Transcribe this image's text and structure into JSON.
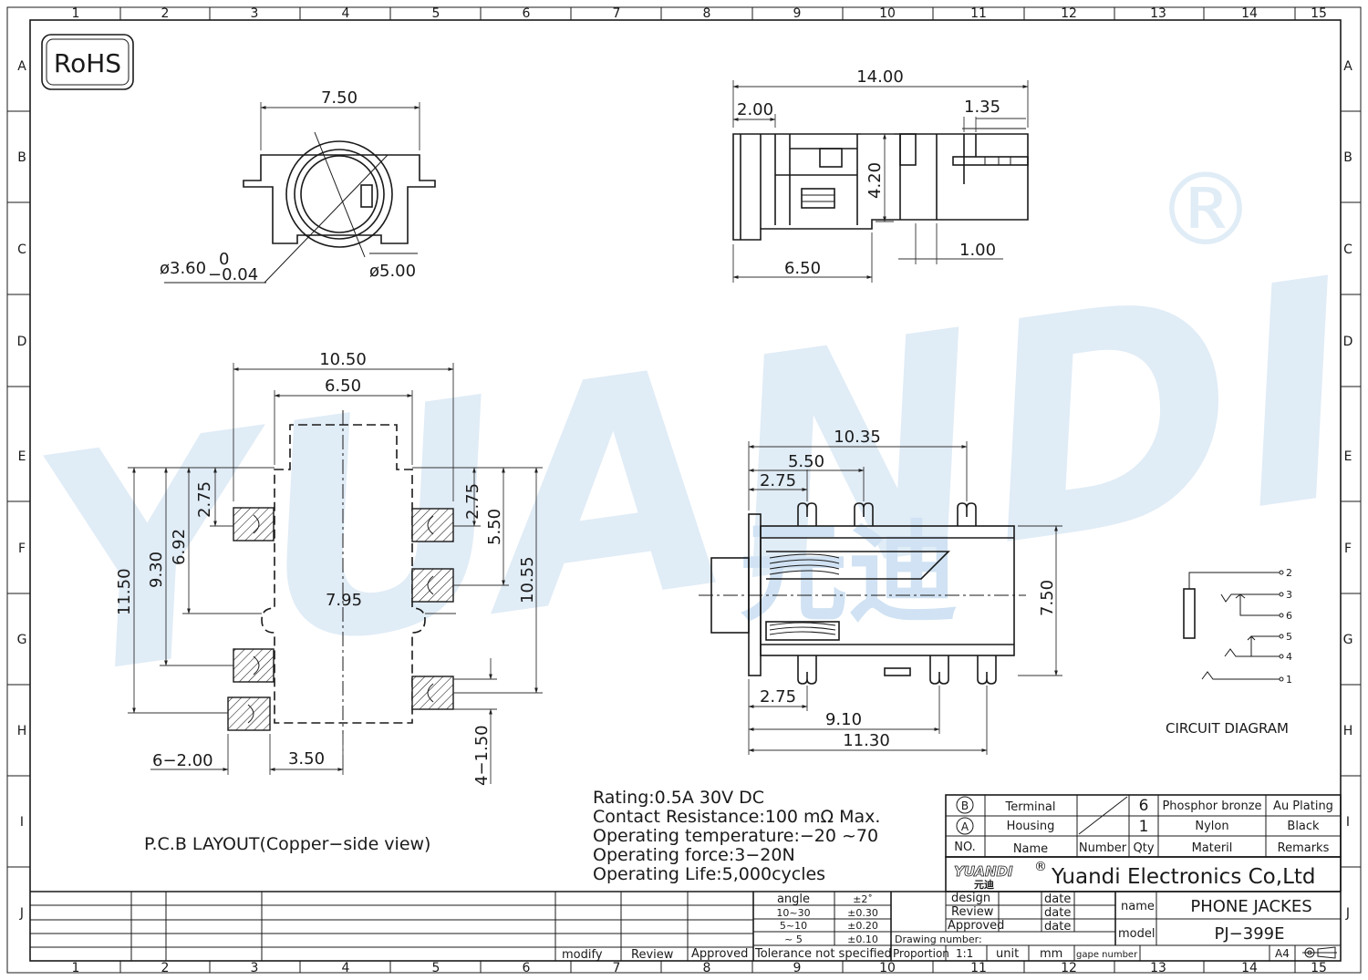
{
  "border": {
    "columns": [
      "1",
      "2",
      "3",
      "4",
      "5",
      "6",
      "7",
      "8",
      "9",
      "10",
      "11",
      "12",
      "13",
      "14",
      "15"
    ],
    "rows": [
      "A",
      "B",
      "C",
      "D",
      "E",
      "F",
      "G",
      "H",
      "I",
      "J"
    ]
  },
  "rohs": "RoHS",
  "watermark": {
    "text": "YUANDI",
    "symbol": "®",
    "chinese": "元迪"
  },
  "front_view": {
    "width": "7.50",
    "hole": "ø3.60",
    "tol_upper": "0",
    "tol_lower": "−0.04",
    "outer": "ø5.00"
  },
  "side_view": {
    "length": "14.00",
    "front": "2.00",
    "slot": "1.35",
    "height": "4.20",
    "pin_width": "1.00",
    "pin_pos": "6.50"
  },
  "pcb_layout": {
    "top_width": "10.50",
    "body_width": "6.50",
    "left_offset": "2.75",
    "right_offset": "2.75",
    "h_930": "9.30",
    "h_692": "6.92",
    "h_1150": "11.50",
    "h_550": "5.50",
    "h_1055": "10.55",
    "pad_span": "7.95",
    "pad_size": "6−2.00",
    "center_offset": "3.50",
    "pad_small": "4−1.50",
    "caption": "P.C.B LAYOUT(Copper−side view)"
  },
  "top_view": {
    "overall": "10.35",
    "mid": "5.50",
    "near": "2.75",
    "height": "7.50",
    "bottom_near": "2.75",
    "bottom_mid": "9.10",
    "bottom_far": "11.30"
  },
  "circuit": {
    "pins": [
      "2",
      "3",
      "6",
      "5",
      "4",
      "1"
    ],
    "caption": "CIRCUIT  DIAGRAM"
  },
  "specs": [
    "Rating:0.5A  30V  DC",
    "Contact  Resistance:100  mΩ  Max.",
    "Operating  temperature:−20   ~70",
    "Operating  force:3−20N",
    "Operating  Life:5,000cycles"
  ],
  "bom": {
    "rows": [
      {
        "no": "B",
        "name": "Terminal",
        "qty": "6",
        "material": "Phosphor bronze",
        "remarks": "Au Plating"
      },
      {
        "no": "A",
        "name": "Housing",
        "qty": "1",
        "material": "Nylon",
        "remarks": "Black"
      }
    ],
    "headers": {
      "no": "NO.",
      "name": "Name",
      "number": "Number",
      "qty": "Qty",
      "material": "Materil",
      "remarks": "Remarks"
    }
  },
  "company": {
    "logo": "YUANDI",
    "logo_cn": "元迪",
    "reg": "®",
    "name": "Yuandi Electronics Co,Ltd"
  },
  "tolerance": {
    "rows": [
      {
        "range": "angle",
        "value": "±2˚"
      },
      {
        "range": "10~30",
        "value": "±0.30"
      },
      {
        "range": "5~10",
        "value": "±0.20"
      },
      {
        "range": "~ 5",
        "value": "±0.10"
      }
    ],
    "footer": "Tolerance  not  specified"
  },
  "revision": {
    "modify": "modify",
    "review": "Review",
    "approved": "Approved"
  },
  "signoff": {
    "design": "design",
    "review": "Review",
    "approved": "Approved",
    "date": "date",
    "drawing_number": "Drawing number:",
    "proportion": "Proportion",
    "scale": "1:1",
    "unit": "unit",
    "unit_value": "mm",
    "gape_number": "gape number",
    "size": "A4"
  },
  "part": {
    "name_label": "name",
    "name": "PHONE  JACKES",
    "model_label": "model",
    "model": "PJ−399E"
  }
}
